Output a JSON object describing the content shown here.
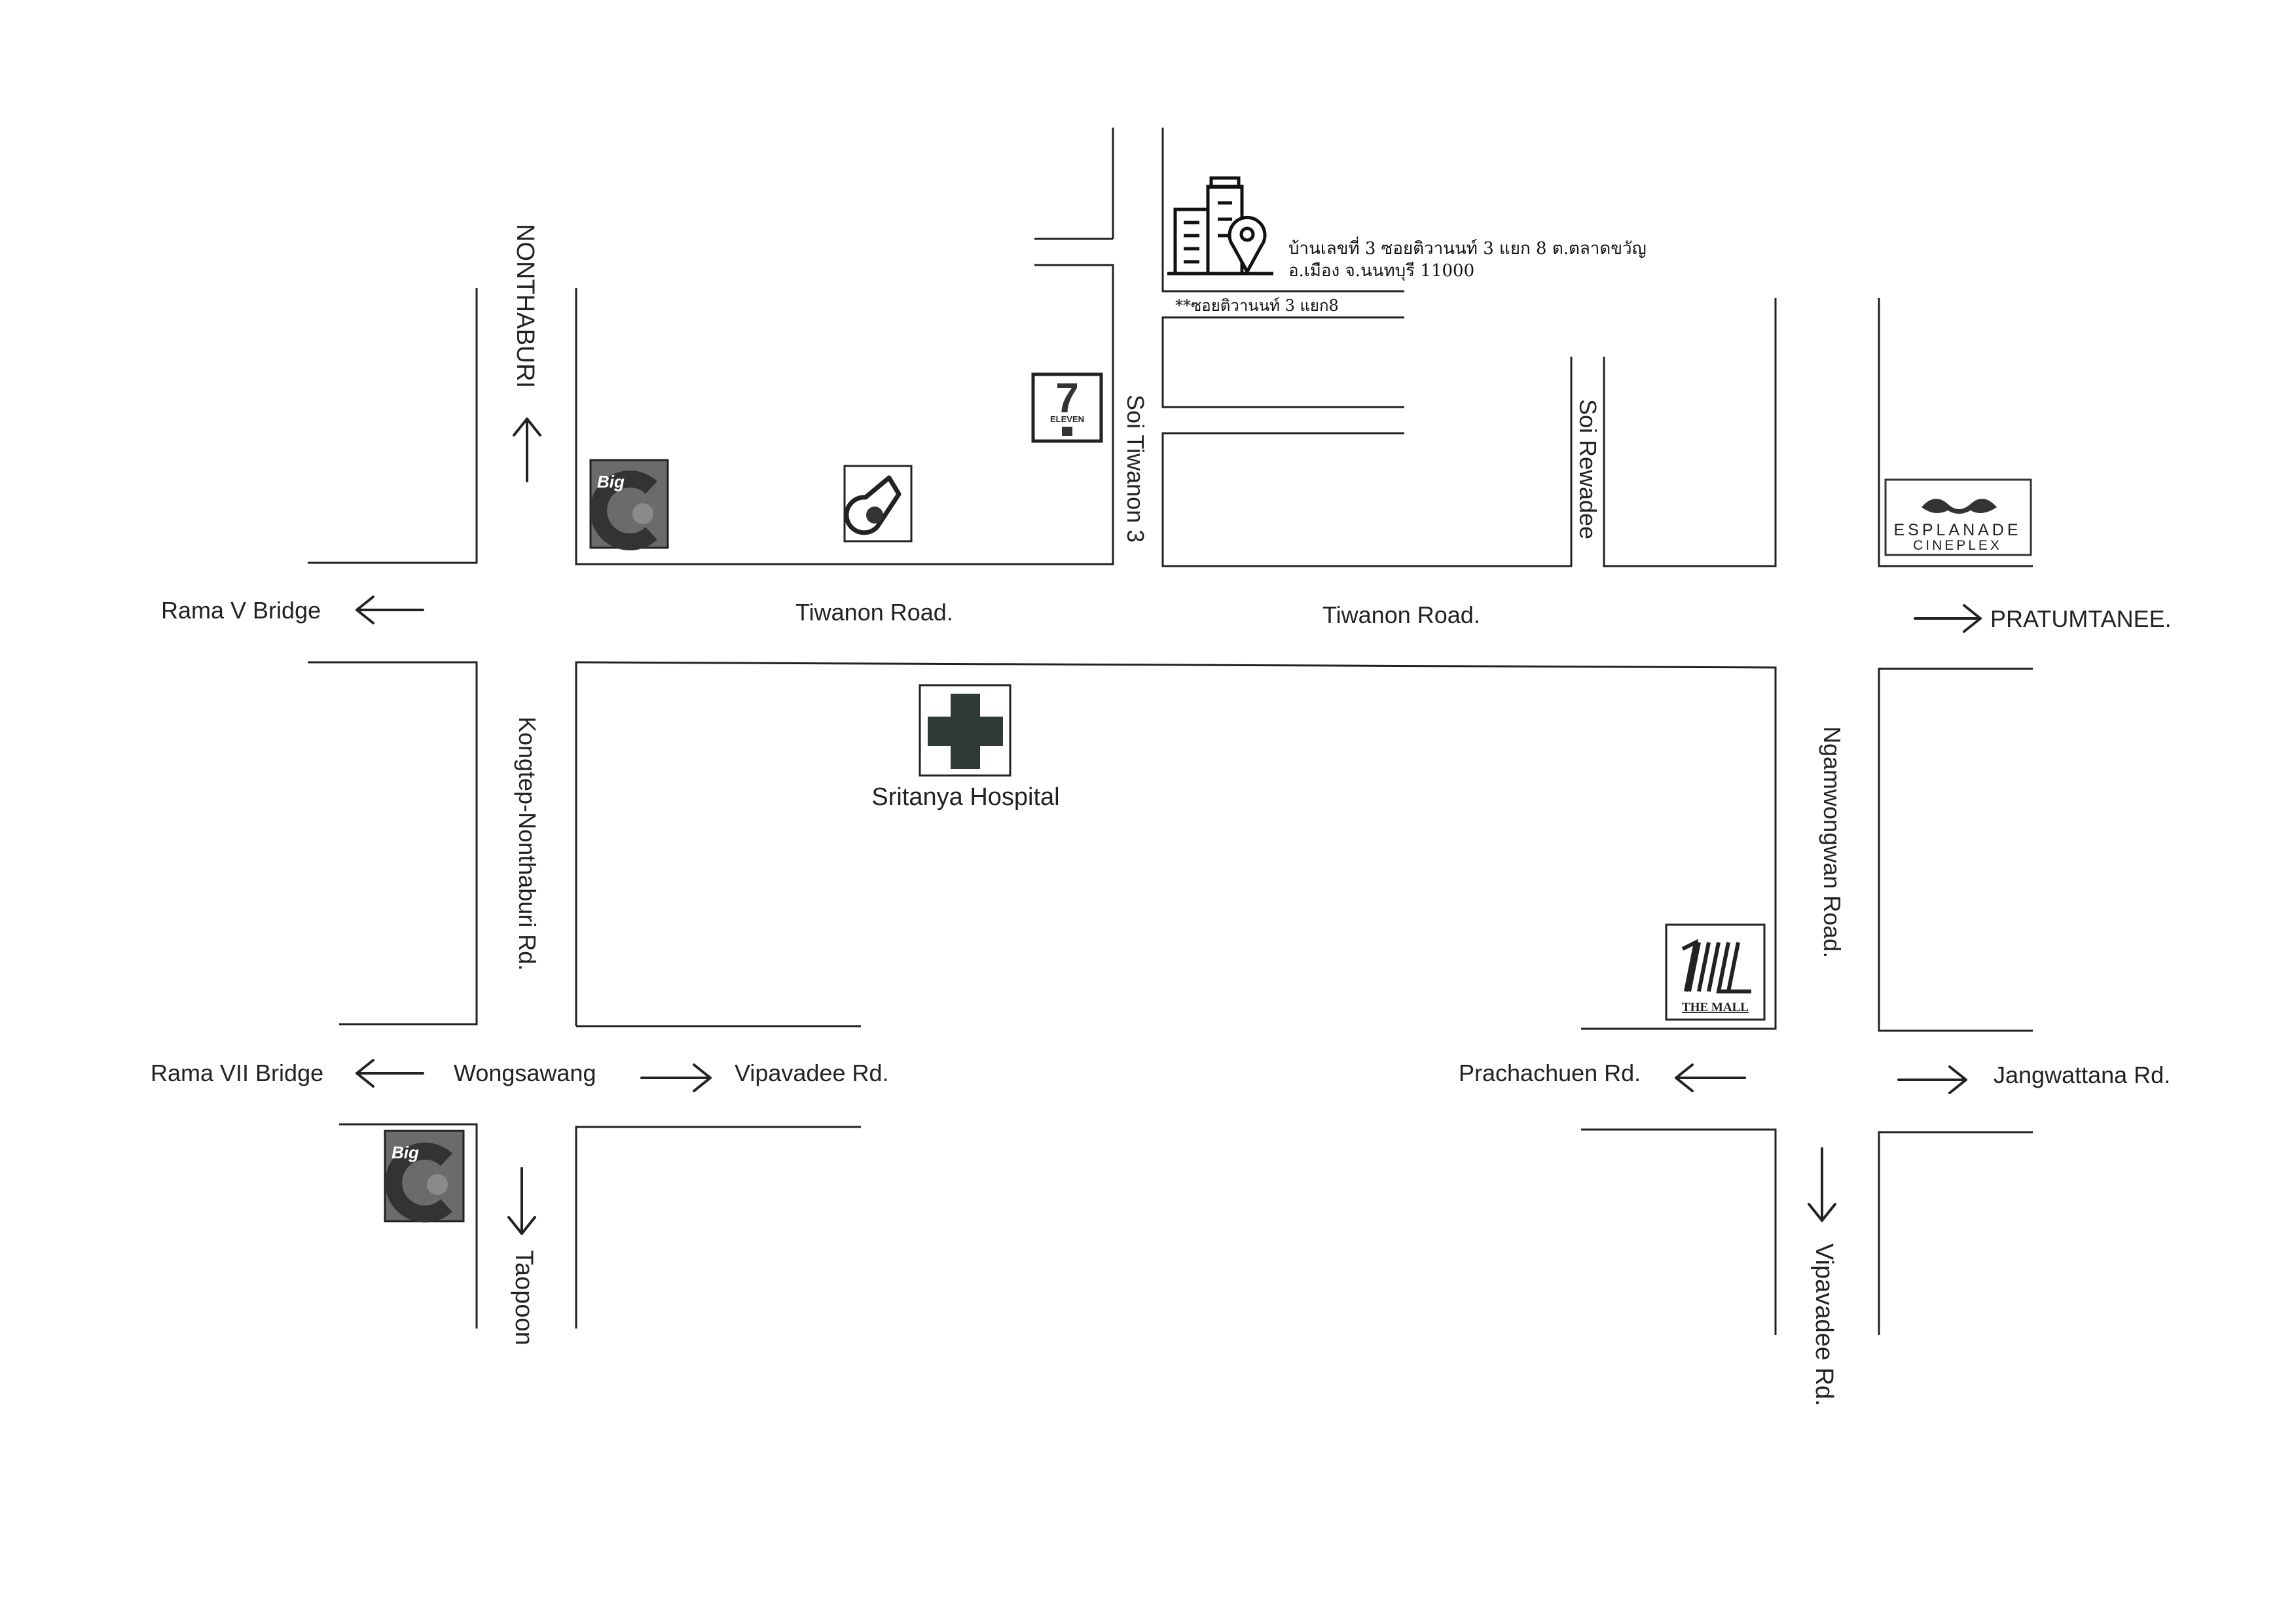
{
  "destination": {
    "address_line1": "บ้านเลขที่ 3 ซอยติวานนท์ 3 แยก 8 ต.ตลาดขวัญ",
    "address_line2": "อ.เมือง จ.นนทบุรี 11000",
    "soi_note": "**ซอยติวานนท์ 3 แยก8",
    "icon": "building-pin-icon"
  },
  "roads": {
    "tiwanon_left": "Tiwanon Road.",
    "tiwanon_right": "Tiwanon Road.",
    "soi_tiwanon3": "Soi Tiwanon 3",
    "soi_rewadee": "Soi Rewadee",
    "kongtep": "Kongtep-Nonthaburi Rd.",
    "ngamwongwan": "Ngamwongwan Road."
  },
  "directions": {
    "nonthaburi": "NONTHABURI",
    "rama5": "Rama V Bridge",
    "pratumtanee": "PRATUMTANEE.",
    "rama7": "Rama VII Bridge",
    "wongsawang": "Wongsawang",
    "vipavadee_left": "Vipavadee Rd.",
    "prachachuen": "Prachachuen Rd.",
    "jangwattana": "Jangwattana Rd.",
    "taopoon": "Taopoon",
    "vipavadee_down": "Vipavadee Rd."
  },
  "landmarks": {
    "seven_eleven": "ELEVEN",
    "seven_eleven_digit": "7",
    "bigc_label": "Big",
    "esplanade_line1": "ESPLANADE",
    "esplanade_line2": "CINEPLEX",
    "hospital": "Sritanya Hospital",
    "the_mall": "THE MALL"
  },
  "colors": {
    "ink": "#222222",
    "logo_dark": "#333333",
    "logo_mid": "#6b6b6b",
    "hospital_cross": "#2f3a36"
  }
}
